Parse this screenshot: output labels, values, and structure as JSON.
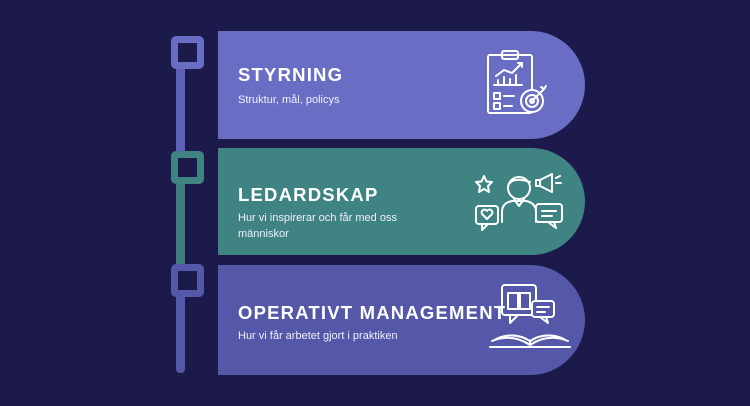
{
  "colors": {
    "background": "#1b1a4b",
    "styrning": "#6a6dc4",
    "ledarskap": "#3f8383",
    "operativt": "#5557a8",
    "line_top": "#5d5fb9",
    "line_mid": "#3b7c7c",
    "line_bottom": "#5557a8"
  },
  "cards": [
    {
      "title": "STYRNING",
      "desc": "Struktur, mål, policys",
      "icon": "clipboard-chart-target-icon"
    },
    {
      "title": "LEDARDSKAP",
      "desc": "Hur vi inspirerar och får med oss människor",
      "icon": "leader-speech-icon"
    },
    {
      "title": "OPERATIVT MANAGEMENT",
      "desc": "Hur vi får arbetet gjort i praktiken",
      "icon": "book-chat-icon"
    }
  ]
}
